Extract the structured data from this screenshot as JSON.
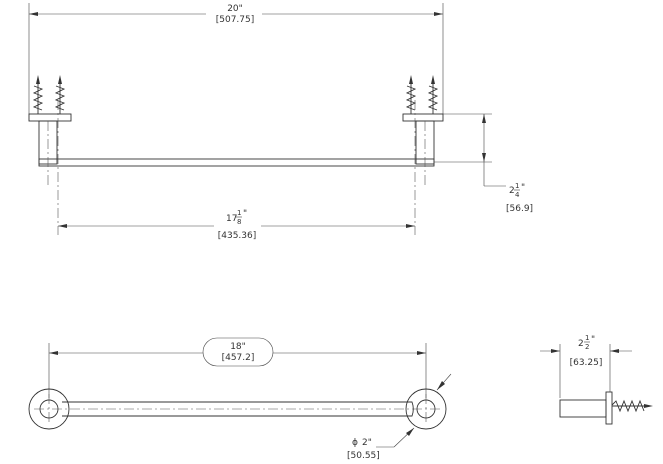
{
  "drawing": {
    "overall_length": {
      "inches": "20\"",
      "mm": "[507.75]"
    },
    "inner_length": {
      "whole": "17",
      "numerator": "1",
      "denominator": "8",
      "unit": "\"",
      "mm": "[435.36]"
    },
    "projection": {
      "whole": "2",
      "numerator": "1",
      "denominator": "4",
      "unit": "\"",
      "mm": "[56.9]"
    },
    "center_length": {
      "inches": "18\"",
      "mm": "[457.2]"
    },
    "diameter": {
      "symbol": "ϕ",
      "value": "2\"",
      "mm": "[50.55]"
    },
    "side_depth": {
      "whole": "2",
      "numerator": "1",
      "denominator": "2",
      "unit": "\"",
      "mm": "[63.25]"
    }
  }
}
